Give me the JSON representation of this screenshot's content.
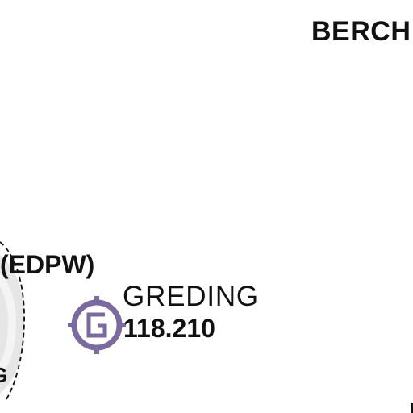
{
  "map": {
    "labels": {
      "town_partial": "BERCH",
      "airfield_code_partial": "(EDPW)",
      "cut_name_partial": "IG",
      "cut_freq_partial": ")"
    },
    "navaid": {
      "name": "GREDING",
      "frequency": "118.210",
      "symbol": "g-reporting-point-icon",
      "color": "#7a6aa0"
    },
    "airspace": {
      "fill_color": "#e6e6e6",
      "boundary_style": "dashed"
    }
  }
}
